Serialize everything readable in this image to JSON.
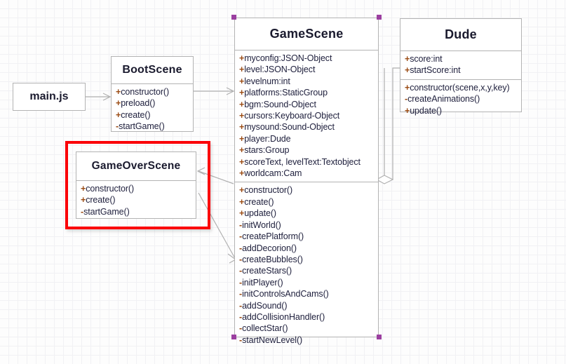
{
  "diagram": {
    "type": "uml-class-diagram",
    "background": "#fdfdfd",
    "grid": "on",
    "highlight_color": "#fb0007",
    "selection_handle_color": "#9b3fa0",
    "connector_color": "#b0b0b0"
  },
  "nodes": {
    "mainjs": {
      "label": "main.js"
    },
    "bootscene": {
      "title": "BootScene",
      "attributes": [],
      "methods": [
        {
          "vis": "+",
          "name": "constructor()"
        },
        {
          "vis": "+",
          "name": "preload()"
        },
        {
          "vis": "+",
          "name": "create()"
        },
        {
          "vis": "-",
          "name": "startGame()"
        }
      ]
    },
    "gameoverscene": {
      "title": "GameOverScene",
      "attributes": [],
      "methods": [
        {
          "vis": "+",
          "name": "constructor()"
        },
        {
          "vis": "+",
          "name": "create()"
        },
        {
          "vis": "-",
          "name": "startGame()"
        }
      ]
    },
    "gamescene": {
      "title": "GameScene",
      "selected": true,
      "attributes": [
        {
          "vis": "+",
          "name": "myconfig:JSON-Object"
        },
        {
          "vis": "+",
          "name": "level:JSON-Object"
        },
        {
          "vis": "+",
          "name": "levelnum:int"
        },
        {
          "vis": "+",
          "name": "platforms:StaticGroup"
        },
        {
          "vis": "+",
          "name": "bgm:Sound-Object"
        },
        {
          "vis": "+",
          "name": "cursors:Keyboard-Object"
        },
        {
          "vis": "+",
          "name": "mysound:Sound-Object"
        },
        {
          "vis": "+",
          "name": "player:Dude"
        },
        {
          "vis": "+",
          "name": "stars:Group"
        },
        {
          "vis": "+",
          "name": "scoreText, levelText:Textobject"
        },
        {
          "vis": "+",
          "name": "worldcam:Cam"
        }
      ],
      "methods": [
        {
          "vis": "+",
          "name": "constructor()"
        },
        {
          "vis": "+",
          "name": "create()"
        },
        {
          "vis": "+",
          "name": "update()"
        },
        {
          "vis": "-",
          "name": "initWorld()"
        },
        {
          "vis": "-",
          "name": "createPlatform()"
        },
        {
          "vis": "-",
          "name": "addDecorion()"
        },
        {
          "vis": "-",
          "name": "createBubbles()"
        },
        {
          "vis": "-",
          "name": "createStars()"
        },
        {
          "vis": "-",
          "name": "initPlayer()"
        },
        {
          "vis": "-",
          "name": "initControlsAndCams()"
        },
        {
          "vis": "-",
          "name": "addSound()"
        },
        {
          "vis": "-",
          "name": "addCollisionHandler()"
        },
        {
          "vis": "-",
          "name": "collectStar()"
        },
        {
          "vis": "-",
          "name": "startNewLevel()"
        }
      ]
    },
    "dude": {
      "title": "Dude",
      "attributes": [
        {
          "vis": "+",
          "name": "score:int"
        },
        {
          "vis": "+",
          "name": "startScore:int"
        }
      ],
      "methods": [
        {
          "vis": "+",
          "name": "constructor(scene,x,y,key)"
        },
        {
          "vis": "-",
          "name": "createAnimations()"
        },
        {
          "vis": "+",
          "name": "update()"
        }
      ]
    }
  },
  "connections": [
    {
      "from": "main.js",
      "to": "BootScene",
      "style": "open-arrow"
    },
    {
      "from": "BootScene",
      "to": "GameScene",
      "style": "open-arrow"
    },
    {
      "from": "GameScene",
      "to": "GameOverScene",
      "style": "open-arrow"
    },
    {
      "from": "GameOverScene",
      "to": "GameScene",
      "style": "open-arrow"
    },
    {
      "from": "GameScene",
      "to": "Dude",
      "style": "aggregation-diamond"
    }
  ]
}
